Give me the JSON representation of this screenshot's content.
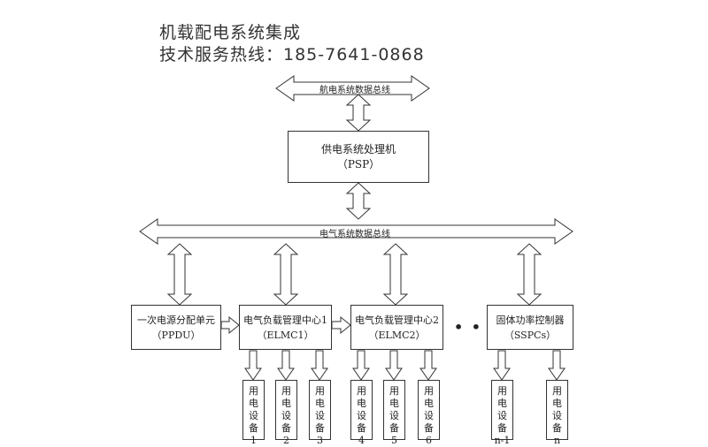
{
  "header": {
    "title": "机载配电系统集成",
    "subtitle": "技术服务热线：185-7641-0868"
  },
  "buses": {
    "avionics": "航电系统数据总线",
    "electrical": "电气系统数据总线"
  },
  "psp": {
    "name": "供电系统处理机",
    "code": "（PSP）"
  },
  "units": [
    {
      "id": "ppdu",
      "name": "一次电源分配单元",
      "code": "（PPDU）"
    },
    {
      "id": "elmc1",
      "name": "电气负载管理中心1",
      "code": "（ELMC1）"
    },
    {
      "id": "elmc2",
      "name": "电气负载管理中心2",
      "code": "（ELMC2）"
    },
    {
      "id": "sspc",
      "name": "固体功率控制器",
      "code": "（SSPCs）"
    }
  ],
  "ellipsis": "• • •",
  "device_text": [
    "用",
    "电",
    "设",
    "备"
  ],
  "devices": [
    "1",
    "2",
    "3",
    "4",
    "5",
    "6",
    "n-1",
    "n"
  ]
}
